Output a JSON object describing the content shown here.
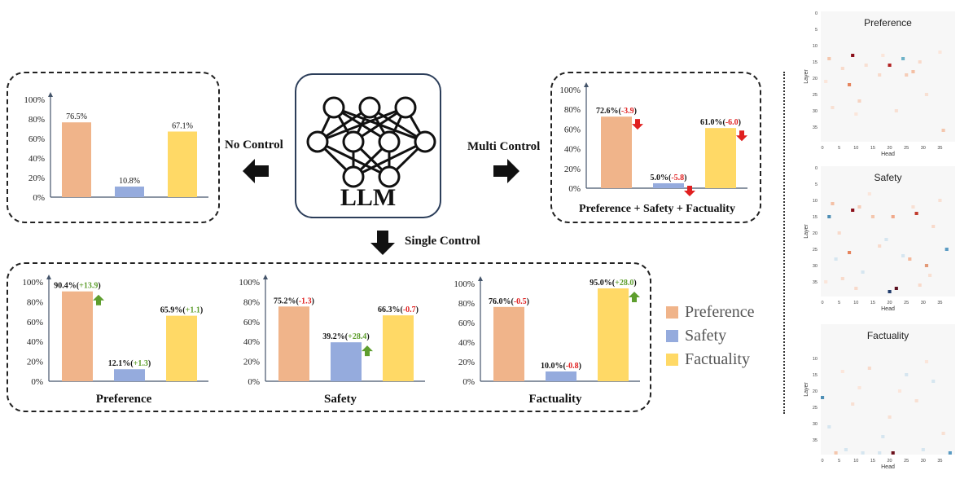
{
  "llm_label": "LLM",
  "arrows": {
    "left": "No Control",
    "right": "Multi Control",
    "down": "Single Control"
  },
  "colors": {
    "preference": "#F0B48A",
    "safety": "#95ABDD",
    "factuality": "#FFD966",
    "red": "#E02020",
    "green": "#5E9E2E",
    "axis": "#44546A"
  },
  "legend": [
    {
      "label": "Preference",
      "color": "#F0B48A"
    },
    {
      "label": "Safety",
      "color": "#95ABDD"
    },
    {
      "label": "Factuality",
      "color": "#FFD966"
    }
  ],
  "chart_data": [
    {
      "id": "no_control",
      "type": "bar",
      "title": "",
      "categories": [
        "Preference",
        "Safety",
        "Factuality"
      ],
      "values": [
        76.5,
        10.8,
        67.1
      ],
      "labels": [
        "76.5%",
        "10.8%",
        "67.1%"
      ],
      "deltas": [
        null,
        null,
        null
      ],
      "ylim": [
        0,
        100
      ],
      "yticks": [
        "0%",
        "20%",
        "40%",
        "60%",
        "80%",
        "100%"
      ]
    },
    {
      "id": "multi_control",
      "type": "bar",
      "title": "Preference + Safety + Factuality",
      "categories": [
        "Preference",
        "Safety",
        "Factuality"
      ],
      "values": [
        72.6,
        5.0,
        61.0
      ],
      "labels": [
        "72.6%",
        "5.0%",
        "61.0%"
      ],
      "deltas": [
        "-3.9",
        "-5.8",
        "-6.0"
      ],
      "arrows": [
        "down",
        "down",
        "down"
      ],
      "ylim": [
        0,
        100
      ],
      "yticks": [
        "0%",
        "20%",
        "40%",
        "60%",
        "80%",
        "100%"
      ]
    },
    {
      "id": "single_preference",
      "type": "bar",
      "title": "Preference",
      "categories": [
        "Preference",
        "Safety",
        "Factuality"
      ],
      "values": [
        90.4,
        12.1,
        65.9
      ],
      "labels": [
        "90.4%",
        "12.1%",
        "65.9%"
      ],
      "deltas": [
        "+13.9",
        "+1.3",
        "+1.1"
      ],
      "arrows": [
        "up",
        null,
        null
      ],
      "ylim": [
        0,
        100
      ],
      "yticks": [
        "0%",
        "20%",
        "40%",
        "60%",
        "80%",
        "100%"
      ]
    },
    {
      "id": "single_safety",
      "type": "bar",
      "title": "Safety",
      "categories": [
        "Preference",
        "Safety",
        "Factuality"
      ],
      "values": [
        75.2,
        39.2,
        66.3
      ],
      "labels": [
        "75.2%",
        "39.2%",
        "66.3%"
      ],
      "deltas": [
        "-1.3",
        "+28.4",
        "-0.7"
      ],
      "arrows": [
        null,
        "up",
        null
      ],
      "ylim": [
        0,
        100
      ],
      "yticks": [
        "0%",
        "20%",
        "40%",
        "60%",
        "80%",
        "100%"
      ]
    },
    {
      "id": "single_factuality",
      "type": "bar",
      "title": "Factuality",
      "categories": [
        "Preference",
        "Safety",
        "Factuality"
      ],
      "values": [
        76.0,
        10.0,
        95.0
      ],
      "labels": [
        "76.0%",
        "10.0%",
        "95.0%"
      ],
      "deltas": [
        "-0.5",
        "-0.8",
        "+28.0"
      ],
      "arrows": [
        null,
        null,
        "up"
      ],
      "ylim": [
        0,
        100
      ],
      "yticks": [
        "0%",
        "20%",
        "40%",
        "60%",
        "80%",
        "100%"
      ]
    },
    {
      "id": "heatmap_preference",
      "type": "heatmap",
      "title": "Preference",
      "xlabel": "Head",
      "ylabel": "Layer",
      "xticks": [
        "0",
        "5",
        "10",
        "15",
        "20",
        "25",
        "30",
        "35"
      ],
      "yticks": [
        "0",
        "5",
        "10",
        "15",
        "20",
        "25",
        "30",
        "35"
      ],
      "cells": [
        [
          9,
          13,
          "#8B0F1A"
        ],
        [
          20,
          16,
          "#B22222"
        ],
        [
          24,
          14,
          "#6FB3C8"
        ],
        [
          2,
          14,
          "#F4C7AE"
        ],
        [
          8,
          22,
          "#E6855E"
        ],
        [
          11,
          27,
          "#F6D3C1"
        ],
        [
          25,
          19,
          "#F6CDB8"
        ],
        [
          27,
          18,
          "#F4C0A5"
        ],
        [
          17,
          19,
          "#F8DACB"
        ],
        [
          6,
          17,
          "#F8DACB"
        ],
        [
          36,
          36,
          "#F4C7AE"
        ],
        [
          29,
          15,
          "#F8DACB"
        ],
        [
          13,
          16,
          "#F8E0D3"
        ],
        [
          31,
          25,
          "#F8E0D3"
        ],
        [
          22,
          30,
          "#F8E0D3"
        ],
        [
          3,
          29,
          "#F8E0D3"
        ],
        [
          35,
          12,
          "#FBE6DB"
        ],
        [
          18,
          13,
          "#FBE6DB"
        ],
        [
          10,
          31,
          "#FBE6DB"
        ],
        [
          1,
          21,
          "#FBE6DB"
        ]
      ]
    },
    {
      "id": "heatmap_safety",
      "type": "heatmap",
      "title": "Safety",
      "xlabel": "Head",
      "ylabel": "Layer",
      "xticks": [
        "0",
        "5",
        "10",
        "15",
        "20",
        "25",
        "30",
        "35"
      ],
      "yticks": [
        "0",
        "5",
        "10",
        "15",
        "20",
        "25",
        "30",
        "35"
      ],
      "cells": [
        [
          9,
          13,
          "#8B0F1A"
        ],
        [
          28,
          14,
          "#C0392B"
        ],
        [
          2,
          15,
          "#4F8FB5"
        ],
        [
          37,
          25,
          "#5A9BC3"
        ],
        [
          22,
          37,
          "#5C1020"
        ],
        [
          20,
          38,
          "#1F3B6B"
        ],
        [
          8,
          26,
          "#E6855E"
        ],
        [
          31,
          30,
          "#E39A78"
        ],
        [
          21,
          15,
          "#F0A98A"
        ],
        [
          26,
          28,
          "#F4B89C"
        ],
        [
          3,
          11,
          "#F4C0A5"
        ],
        [
          15,
          15,
          "#F4C7AE"
        ],
        [
          11,
          12,
          "#F6CDB8"
        ],
        [
          5,
          20,
          "#F8DACB"
        ],
        [
          17,
          24,
          "#F8DACB"
        ],
        [
          33,
          18,
          "#F8DACB"
        ],
        [
          12,
          32,
          "#D6E6F0"
        ],
        [
          24,
          27,
          "#D6E6F0"
        ],
        [
          6,
          34,
          "#F8DACB"
        ],
        [
          29,
          36,
          "#F8DACB"
        ],
        [
          35,
          10,
          "#F8E0D3"
        ],
        [
          1,
          35,
          "#FBE6DB"
        ],
        [
          14,
          8,
          "#FBE6DB"
        ],
        [
          19,
          22,
          "#D6E6F0"
        ],
        [
          27,
          12,
          "#F8E0D3"
        ],
        [
          10,
          37,
          "#F8DACB"
        ],
        [
          32,
          33,
          "#F8E0D3"
        ],
        [
          4,
          28,
          "#D6E6F0"
        ]
      ]
    },
    {
      "id": "heatmap_factuality",
      "type": "heatmap",
      "title": "Factuality",
      "xlabel": "Head",
      "ylabel": "Layer",
      "xticks": [
        "0",
        "5",
        "10",
        "15",
        "20",
        "25",
        "30",
        "35"
      ],
      "yticks": [
        "10",
        "15",
        "20",
        "25",
        "30",
        "35"
      ],
      "cells": [
        [
          21,
          39,
          "#6B0F1A"
        ],
        [
          0,
          22,
          "#4F8FB5"
        ],
        [
          38,
          39,
          "#5A9BC3"
        ],
        [
          17,
          39,
          "#D6E6F0"
        ],
        [
          7,
          38,
          "#D6E6F0"
        ],
        [
          12,
          39,
          "#D6E6F0"
        ],
        [
          30,
          38,
          "#D6E6F0"
        ],
        [
          4,
          39,
          "#F4C7AE"
        ],
        [
          14,
          13,
          "#F8DACB"
        ],
        [
          25,
          15,
          "#D6E6F0"
        ],
        [
          33,
          17,
          "#D6E6F0"
        ],
        [
          9,
          24,
          "#F8E0D3"
        ],
        [
          20,
          28,
          "#F8E0D3"
        ],
        [
          28,
          23,
          "#F8E0D3"
        ],
        [
          2,
          31,
          "#D6E6F0"
        ],
        [
          36,
          33,
          "#F8E0D3"
        ],
        [
          11,
          19,
          "#FBE6DB"
        ],
        [
          23,
          20,
          "#FBE6DB"
        ],
        [
          18,
          34,
          "#D6E6F0"
        ],
        [
          6,
          14,
          "#FBE6DB"
        ],
        [
          31,
          11,
          "#FBE6DB"
        ]
      ]
    }
  ]
}
